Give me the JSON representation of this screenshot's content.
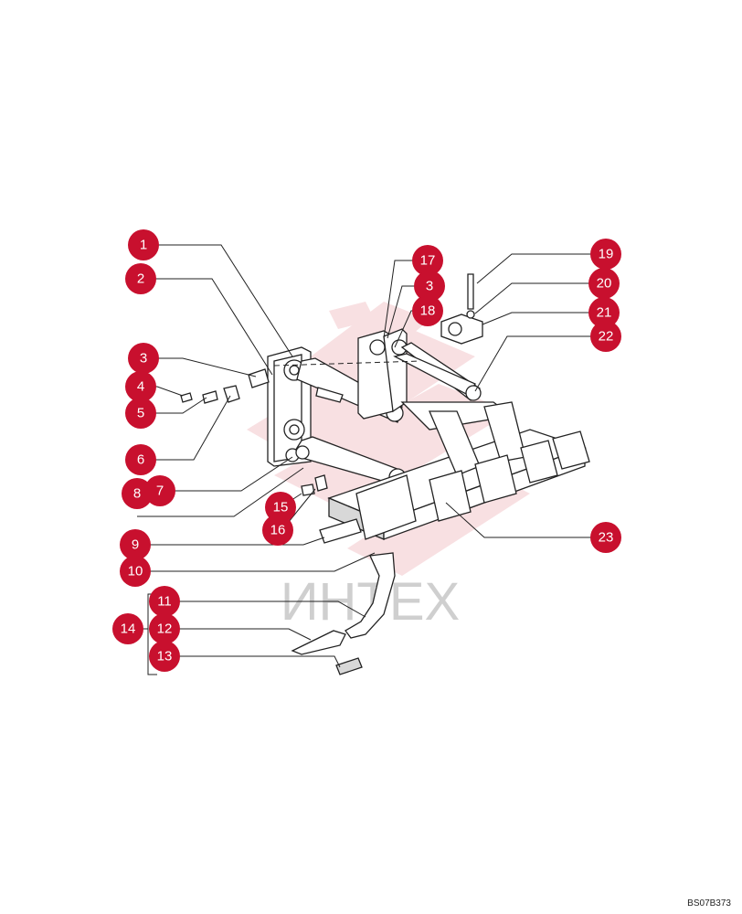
{
  "diagram": {
    "reference_code": "BS07B373",
    "watermark_text": "ИНТЕХ",
    "colors": {
      "callout_fill": "#c8102e",
      "callout_text": "#ffffff",
      "line": "#222222",
      "watermark_text": "#cfcfcf",
      "watermark_logo": "#f3c7cc"
    },
    "callouts": [
      {
        "id": "c1",
        "label": "1"
      },
      {
        "id": "c2",
        "label": "2"
      },
      {
        "id": "c3a",
        "label": "3"
      },
      {
        "id": "c4",
        "label": "4"
      },
      {
        "id": "c5",
        "label": "5"
      },
      {
        "id": "c6",
        "label": "6"
      },
      {
        "id": "c7",
        "label": "7"
      },
      {
        "id": "c8",
        "label": "8"
      },
      {
        "id": "c9",
        "label": "9"
      },
      {
        "id": "c10",
        "label": "10"
      },
      {
        "id": "c11",
        "label": "11"
      },
      {
        "id": "c12",
        "label": "12"
      },
      {
        "id": "c13",
        "label": "13"
      },
      {
        "id": "c14",
        "label": "14"
      },
      {
        "id": "c15",
        "label": "15"
      },
      {
        "id": "c16",
        "label": "16"
      },
      {
        "id": "c17",
        "label": "17"
      },
      {
        "id": "c3b",
        "label": "3"
      },
      {
        "id": "c18",
        "label": "18"
      },
      {
        "id": "c19",
        "label": "19"
      },
      {
        "id": "c20",
        "label": "20"
      },
      {
        "id": "c21",
        "label": "21"
      },
      {
        "id": "c22",
        "label": "22"
      },
      {
        "id": "c23",
        "label": "23"
      }
    ]
  }
}
